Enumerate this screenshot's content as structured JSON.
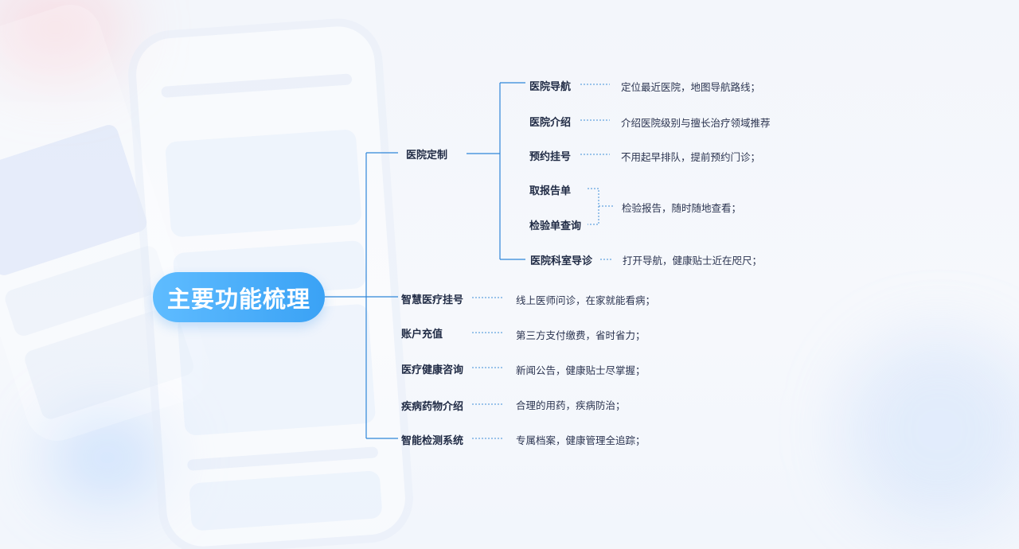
{
  "root": {
    "label": "主要功能梳理"
  },
  "hospital_custom": {
    "label": "医院定制",
    "children": [
      {
        "label": "医院导航",
        "desc": "定位最近医院，地图导航路线；"
      },
      {
        "label": "医院介绍",
        "desc": "介绍医院级别与擅长治疗领域推荐"
      },
      {
        "label": "预约挂号",
        "desc": "不用起早排队，提前预约门诊；"
      },
      {
        "label": "取报告单"
      },
      {
        "label": "检验单查询"
      },
      {
        "label": "医院科室导诊",
        "desc": "打开导航，健康贴士近在咫尺；"
      }
    ],
    "group_desc": "检验报告，随时随地查看；"
  },
  "branches": [
    {
      "label": "智慧医疗挂号",
      "desc": "线上医师问诊，在家就能看病；"
    },
    {
      "label": "账户充值",
      "desc": "第三方支付缴费，省时省力；"
    },
    {
      "label": "医疗健康咨询",
      "desc": "新闻公告，健康贴士尽掌握；"
    },
    {
      "label": "疾病药物介绍",
      "desc": "合理的用药，疾病防治；"
    },
    {
      "label": "智能检测系统",
      "desc": "专属档案，健康管理全追踪；"
    }
  ],
  "colors": {
    "line": "#2f86d9",
    "dotted": "#3f8fd8",
    "accent": "#4aaefa"
  }
}
